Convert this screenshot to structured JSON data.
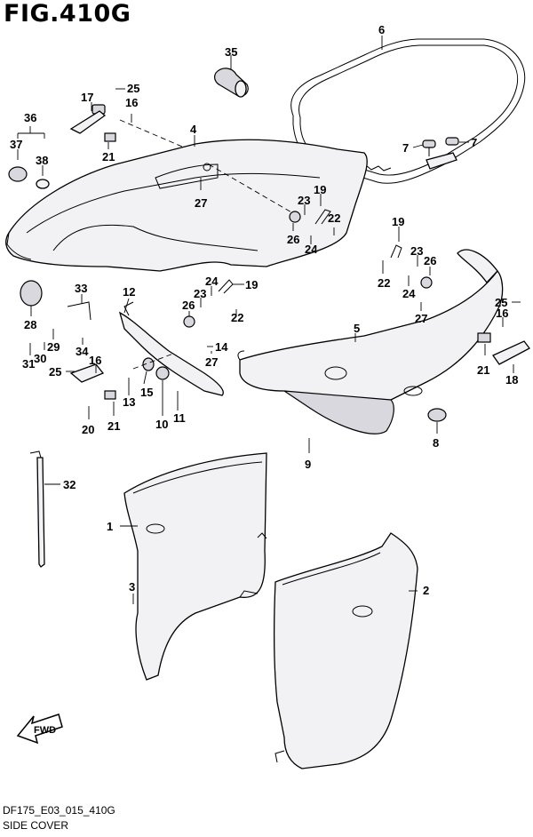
{
  "figure": {
    "title": "FIG.410G"
  },
  "footer": {
    "code": "DF175_E03_015_410G",
    "caption": "SIDE COVER"
  },
  "fwd_label": "FWD",
  "callouts": [
    {
      "id": "c1",
      "label": "1"
    },
    {
      "id": "c2",
      "label": "2"
    },
    {
      "id": "c3",
      "label": "3"
    },
    {
      "id": "c4",
      "label": "4"
    },
    {
      "id": "c5",
      "label": "5"
    },
    {
      "id": "c6",
      "label": "6"
    },
    {
      "id": "c7a",
      "label": "7"
    },
    {
      "id": "c7b",
      "label": "7"
    },
    {
      "id": "c8",
      "label": "8"
    },
    {
      "id": "c9",
      "label": "9"
    },
    {
      "id": "c10",
      "label": "10"
    },
    {
      "id": "c11",
      "label": "11"
    },
    {
      "id": "c12",
      "label": "12"
    },
    {
      "id": "c13",
      "label": "13"
    },
    {
      "id": "c14",
      "label": "14"
    },
    {
      "id": "c15",
      "label": "15"
    },
    {
      "id": "c16a",
      "label": "16"
    },
    {
      "id": "c16b",
      "label": "16"
    },
    {
      "id": "c16c",
      "label": "16"
    },
    {
      "id": "c17",
      "label": "17"
    },
    {
      "id": "c18",
      "label": "18"
    },
    {
      "id": "c19a",
      "label": "19"
    },
    {
      "id": "c19b",
      "label": "19"
    },
    {
      "id": "c19c",
      "label": "19"
    },
    {
      "id": "c20",
      "label": "20"
    },
    {
      "id": "c21a",
      "label": "21"
    },
    {
      "id": "c21b",
      "label": "21"
    },
    {
      "id": "c21c",
      "label": "21"
    },
    {
      "id": "c22a",
      "label": "22"
    },
    {
      "id": "c22b",
      "label": "22"
    },
    {
      "id": "c22c",
      "label": "22"
    },
    {
      "id": "c23a",
      "label": "23"
    },
    {
      "id": "c23b",
      "label": "23"
    },
    {
      "id": "c23c",
      "label": "23"
    },
    {
      "id": "c24a",
      "label": "24"
    },
    {
      "id": "c24b",
      "label": "24"
    },
    {
      "id": "c24c",
      "label": "24"
    },
    {
      "id": "c25a",
      "label": "25"
    },
    {
      "id": "c25b",
      "label": "25"
    },
    {
      "id": "c25c",
      "label": "25"
    },
    {
      "id": "c26a",
      "label": "26"
    },
    {
      "id": "c26b",
      "label": "26"
    },
    {
      "id": "c26c",
      "label": "26"
    },
    {
      "id": "c27a",
      "label": "27"
    },
    {
      "id": "c27b",
      "label": "27"
    },
    {
      "id": "c27c",
      "label": "27"
    },
    {
      "id": "c28",
      "label": "28"
    },
    {
      "id": "c29",
      "label": "29"
    },
    {
      "id": "c30",
      "label": "30"
    },
    {
      "id": "c31",
      "label": "31"
    },
    {
      "id": "c32",
      "label": "32"
    },
    {
      "id": "c33",
      "label": "33"
    },
    {
      "id": "c34",
      "label": "34"
    },
    {
      "id": "c35",
      "label": "35"
    },
    {
      "id": "c36",
      "label": "36"
    },
    {
      "id": "c37",
      "label": "37"
    },
    {
      "id": "c38",
      "label": "38"
    }
  ]
}
